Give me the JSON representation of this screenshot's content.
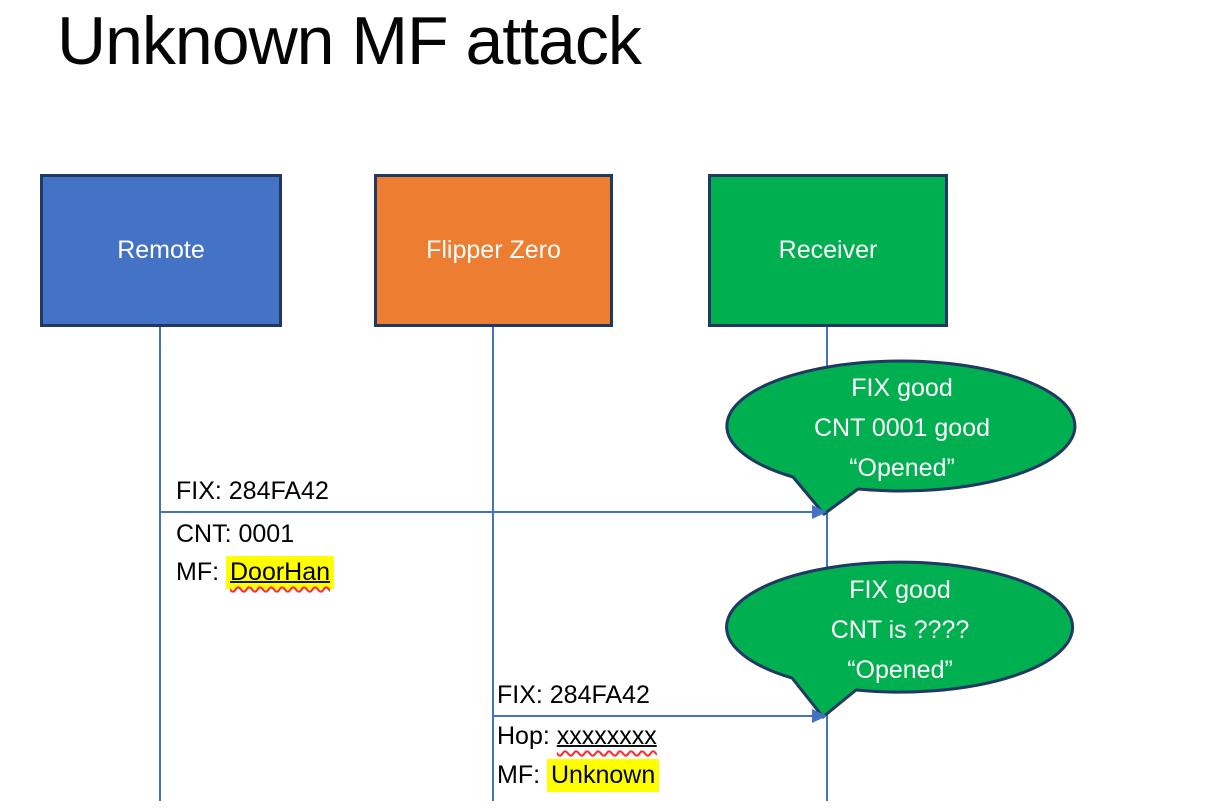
{
  "title": "Unknown MF attack",
  "colors": {
    "remote": "#4472C4",
    "flipper": "#ED7D31",
    "receiver": "#00B050",
    "bubble": "#00B050",
    "outline": "#1F3864",
    "connector": "#4472C4",
    "highlight": "#FFFF00",
    "squiggle": "#FF2A2A"
  },
  "actors": {
    "remote": {
      "label": "Remote"
    },
    "flipper": {
      "label": "Flipper Zero"
    },
    "receiver": {
      "label": "Receiver"
    }
  },
  "messages": {
    "m1": {
      "above": "FIX: 284FA42",
      "line2": "CNT: 0001",
      "line3_prefix": "MF: ",
      "line3_value": "DoorHan"
    },
    "m2": {
      "above": "FIX: 284FA42",
      "line2_prefix": "Hop: ",
      "line2_value": "xxxxxxxx",
      "line3_prefix": "MF: ",
      "line3_value": "Unknown"
    }
  },
  "bubbles": {
    "b1": {
      "line1": "FIX good",
      "line2": "CNT 0001 good",
      "line3": "“Opened”"
    },
    "b2": {
      "line1": "FIX good",
      "line2": "CNT is ????",
      "line3": "“Opened”"
    }
  }
}
